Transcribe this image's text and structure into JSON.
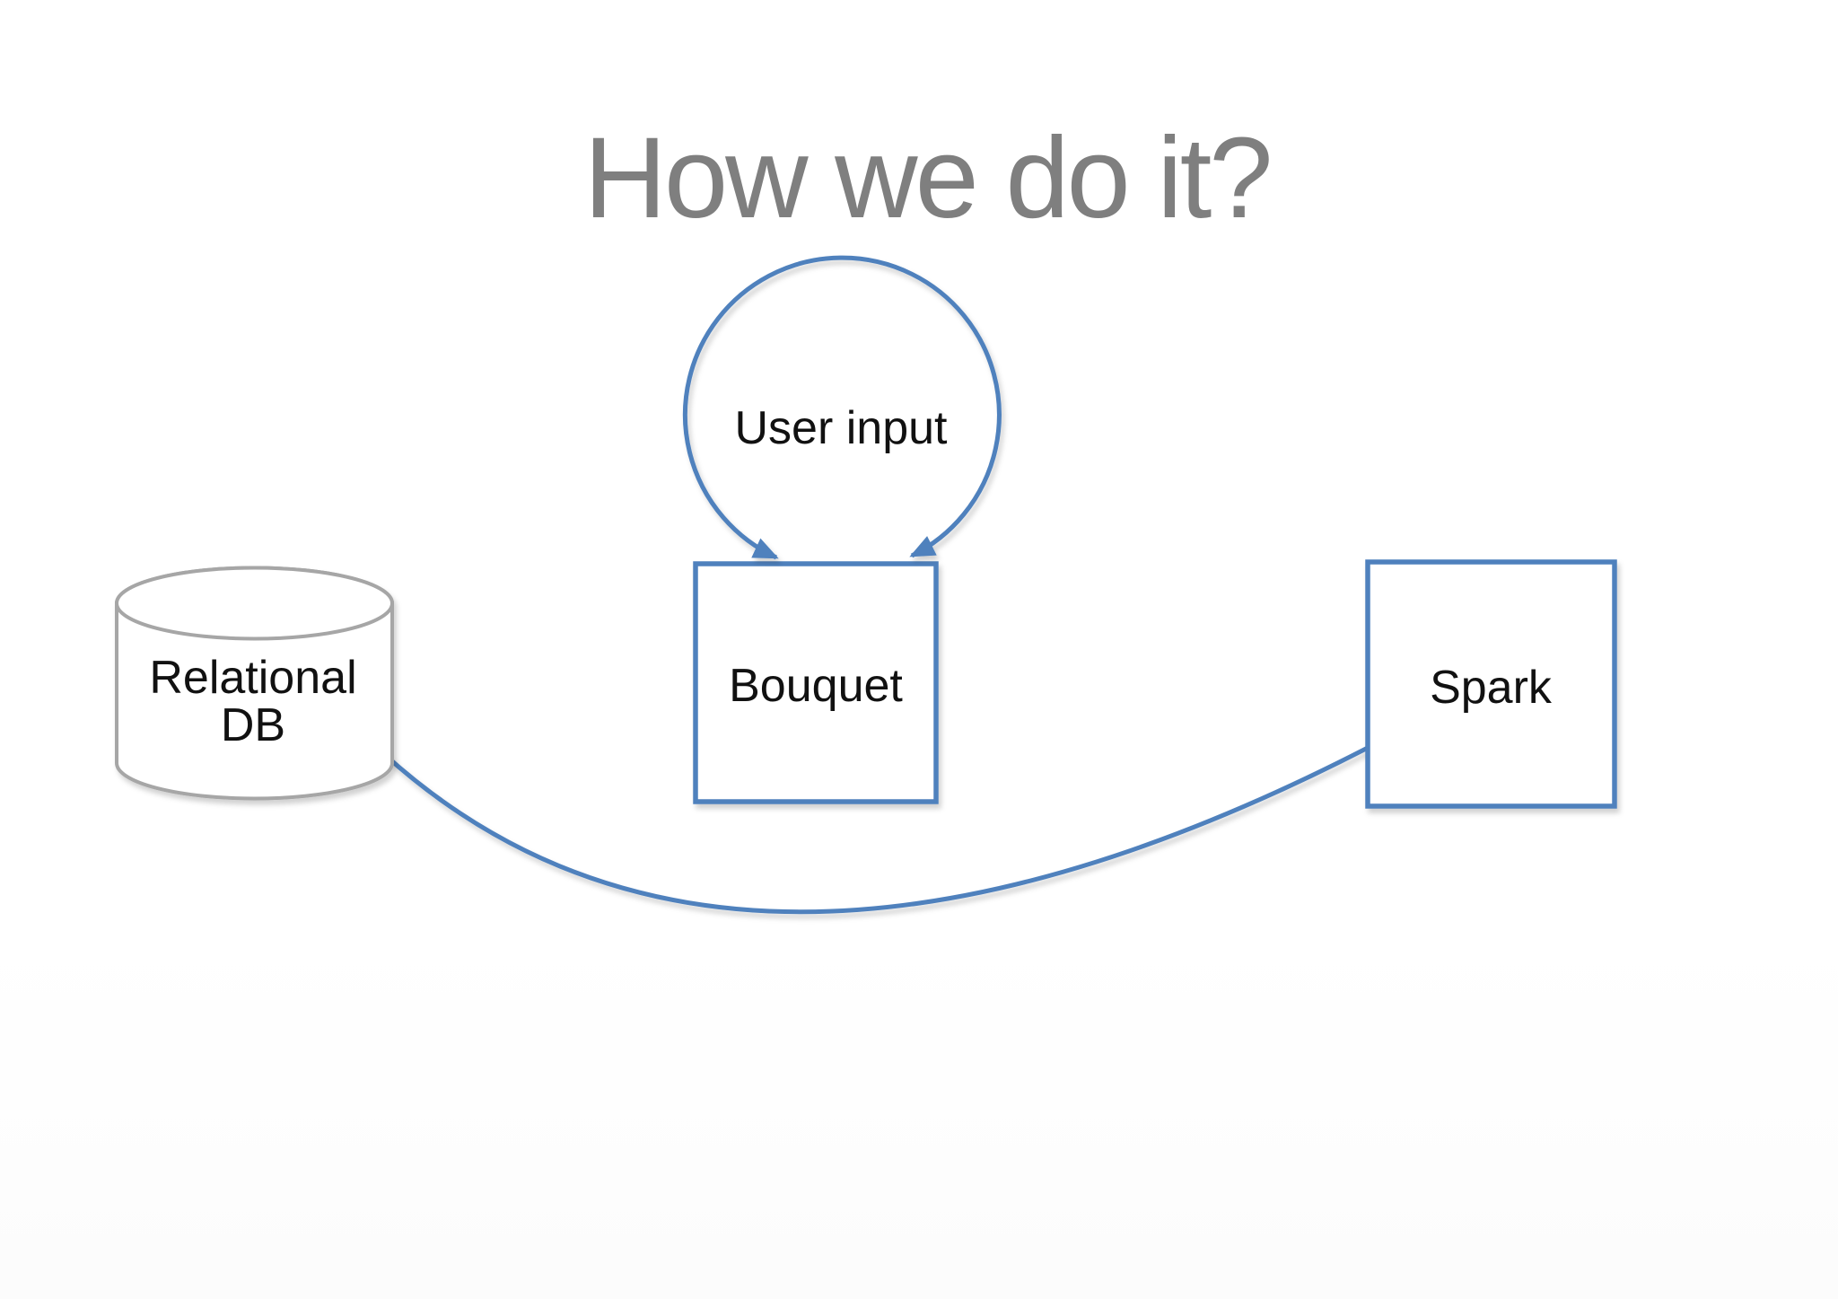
{
  "slide": {
    "title": "How we do it?"
  },
  "colors": {
    "accent_blue": "#4f81bd",
    "cylinder_gray": "#a6a6a6",
    "title_gray": "#7f7f7f",
    "label_black": "#111111"
  },
  "diagram": {
    "nodes": [
      {
        "id": "user-input",
        "shape": "circle",
        "label": "User input"
      },
      {
        "id": "relational-db",
        "shape": "cylinder",
        "label": "Relational DB",
        "label_lines": [
          "Relational",
          "DB"
        ]
      },
      {
        "id": "bouquet",
        "shape": "rectangle",
        "label": "Bouquet"
      },
      {
        "id": "spark",
        "shape": "rectangle",
        "label": "Spark"
      }
    ],
    "edges": [
      {
        "from": "user-input",
        "to": "bouquet",
        "style": "open-loop with two arrowheads into top of Bouquet"
      },
      {
        "from": "relational-db",
        "to": "bouquet",
        "style": "straight arrow"
      },
      {
        "from": "bouquet",
        "to": "spark",
        "style": "straight arrow"
      },
      {
        "from": "relational-db",
        "to": "spark",
        "style": "curved connector, no arrowhead"
      }
    ]
  }
}
